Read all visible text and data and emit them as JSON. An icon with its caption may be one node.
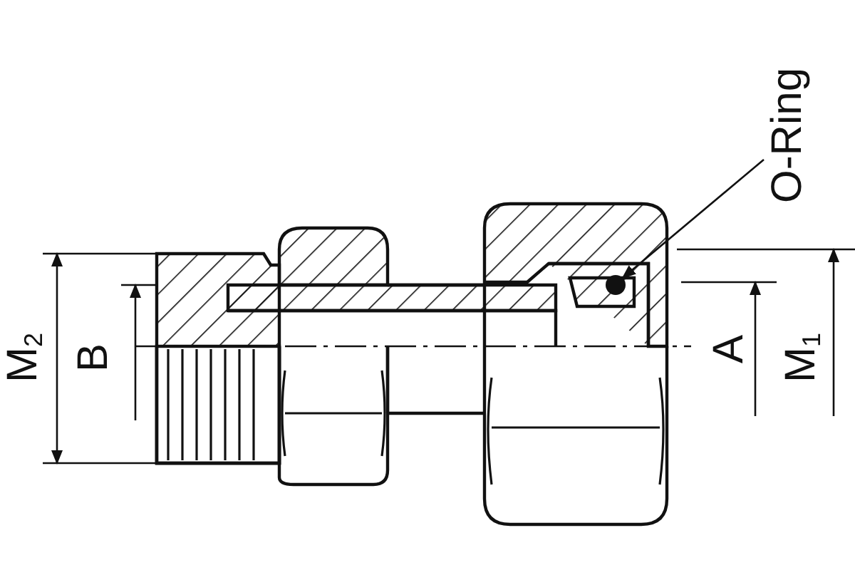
{
  "diagram": {
    "nodes": [
      {
        "text": [
          "O-Ring"
        ]
      },
      {
        "text": [],
        "shape": "circle"
      }
    ],
    "edges": [
      {
        "from": 0,
        "to": 1,
        "arrow": "to"
      }
    ],
    "labels": [
      "M$_{2}$",
      "B",
      "A",
      "M$_{1}$"
    ]
  }
}
